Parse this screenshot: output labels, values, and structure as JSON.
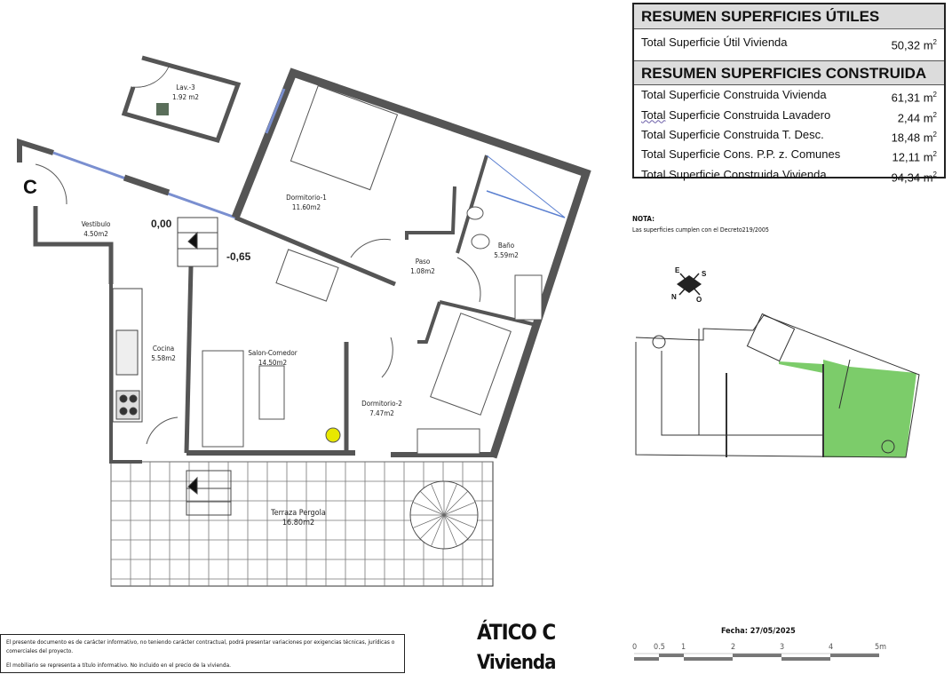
{
  "summary": {
    "utiles_title": "RESUMEN SUPERFICIES ÚTILES",
    "utiles_rows": [
      {
        "label": "Total Superficie Útil Vivienda",
        "value": "50,32 m",
        "unit_sup": "2"
      }
    ],
    "construida_title": "RESUMEN SUPERFICIES CONSTRUIDA",
    "construida_rows": [
      {
        "label": "Total Superficie Construida Vivienda",
        "value": "61,31 m",
        "unit_sup": "2"
      },
      {
        "label_underlined": "Total",
        "label": " Superficie Construida Lavadero",
        "value": "2,44 m",
        "unit_sup": "2"
      },
      {
        "label": "Total Superficie Construida T. Desc.",
        "value": "18,48 m",
        "unit_sup": "2"
      },
      {
        "label": "Total Superficie Cons. P.P. z. Comunes",
        "value": "12,11 m",
        "unit_sup": "2"
      },
      {
        "label": "Total Superficie Construida Vivienda",
        "value": "94,34 m",
        "unit_sup": "2"
      }
    ]
  },
  "nota": {
    "title": "NOTA:",
    "text": "Las superficies cumplen con el Decreto219/2005"
  },
  "rooms": [
    {
      "name": "Lav.-3",
      "area": "1.92 m2"
    },
    {
      "name": "Vestibulo",
      "area": "4.50m2"
    },
    {
      "name": "Dormitorio-1",
      "area": "11.60m2"
    },
    {
      "name": "Paso",
      "area": "1.08m2"
    },
    {
      "name": "Baño",
      "area": "5.59m2"
    },
    {
      "name": "Salon-Comedor",
      "area": "14.50m2"
    },
    {
      "name": "Cocina",
      "area": "5.58m2"
    },
    {
      "name": "Dormitorio-2",
      "area": "7.47m2"
    },
    {
      "name": "Terraza Pergola",
      "area": "16.80m2"
    }
  ],
  "levels": {
    "entrance": "0,00",
    "lower": "-0,65"
  },
  "door_label": "C",
  "compass": {
    "n": "N",
    "s": "S",
    "e": "E",
    "o": "O"
  },
  "key_plan_highlight_color": "#7ccc6a",
  "disclaimer": {
    "line1": "El presente documento es de carácter informativo, no teniendo carácter contractual, podrá presentar variaciones por exigencias técnicas, jurídicas o comerciales del proyecto.",
    "line2": "El mobiliario se representa a título informativo. No incluido en el precio de la vivienda."
  },
  "title": "ÁTICO C",
  "subtitle": "Vivienda",
  "fecha": "Fecha: 27/05/2025",
  "scale": {
    "ticks": [
      "0",
      "0.5",
      "1",
      "2",
      "3",
      "4",
      "5m"
    ]
  }
}
